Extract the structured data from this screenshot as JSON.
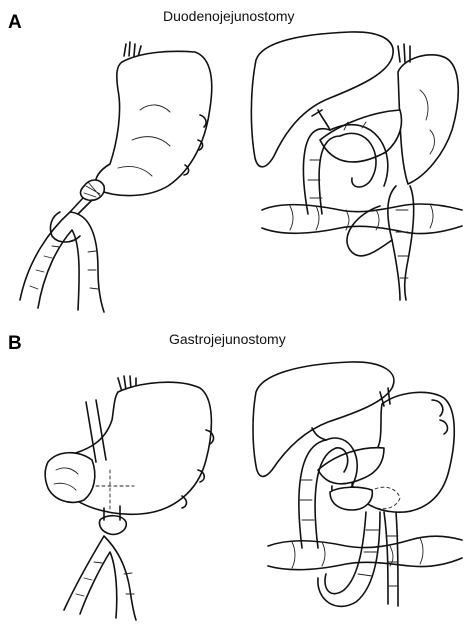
{
  "figure": {
    "panels": [
      {
        "letter": "A",
        "title": "Duodenojejunostomy"
      },
      {
        "letter": "B",
        "title": "Gastrojejunostomy"
      }
    ]
  }
}
